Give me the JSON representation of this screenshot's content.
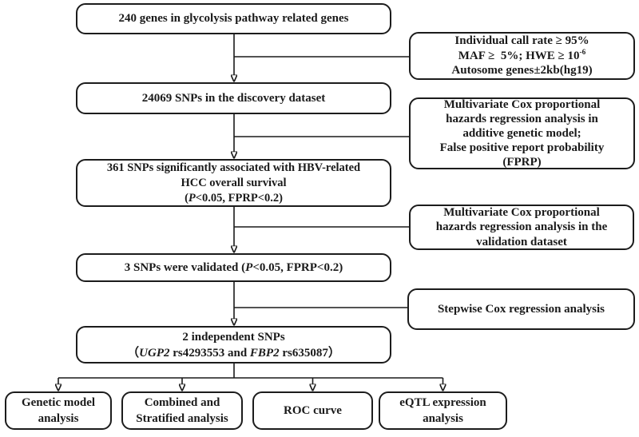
{
  "figure": {
    "background": "#ffffff",
    "line_color": "#1a1a1a",
    "box_border_color": "#1c1c1c",
    "text_color": "#1a1a1a"
  },
  "main_flow": [
    {
      "id": "genes-240",
      "lines": [
        [
          {
            "t": "240 genes in glycolysis pathway related genes"
          }
        ]
      ]
    },
    {
      "id": "snps-discovery",
      "lines": [
        [
          {
            "t": "24069 SNPs in the discovery dataset"
          }
        ]
      ]
    },
    {
      "id": "snps-associated",
      "lines": [
        [
          {
            "t": "361 SNPs significantly associated with HBV-related"
          }
        ],
        [
          {
            "t": "HCC overall survival"
          }
        ],
        [
          {
            "t": "("
          },
          {
            "t": "P",
            "i": true
          },
          {
            "t": "<0.05, FPRP<0.2)"
          }
        ]
      ]
    },
    {
      "id": "snps-validated",
      "lines": [
        [
          {
            "t": "3 SNPs were validated ("
          },
          {
            "t": "P",
            "i": true
          },
          {
            "t": "<0.05, FPRP<0.2)"
          }
        ]
      ]
    },
    {
      "id": "snps-independent",
      "lines": [
        [
          {
            "t": "2 independent SNPs"
          }
        ],
        [
          {
            "t": "（"
          },
          {
            "t": "UGP2",
            "i": true
          },
          {
            "t": " rs4293553 and "
          },
          {
            "t": "FBP2",
            "i": true
          },
          {
            "t": " rs635087）"
          }
        ]
      ]
    }
  ],
  "criteria_boxes": [
    {
      "id": "qc-filters",
      "lines": [
        [
          {
            "t": "Individual call rate ≥ 95%"
          }
        ],
        [
          {
            "t": "MAF ≥  5%; HWE ≥ 10"
          },
          {
            "t": "-6",
            "sup": true
          }
        ],
        [
          {
            "t": "Autosome genes±2kb(hg19)"
          }
        ]
      ]
    },
    {
      "id": "cox-additive-fprp",
      "lines": [
        [
          {
            "t": "Multivariate Cox proportional"
          }
        ],
        [
          {
            "t": "hazards regression analysis in"
          }
        ],
        [
          {
            "t": "additive genetic model;"
          }
        ],
        [
          {
            "t": "False positive report probability"
          }
        ],
        [
          {
            "t": "(FPRP)"
          }
        ]
      ]
    },
    {
      "id": "cox-validation",
      "lines": [
        [
          {
            "t": "Multivariate Cox proportional"
          }
        ],
        [
          {
            "t": "hazards regression analysis in the"
          }
        ],
        [
          {
            "t": "validation dataset"
          }
        ]
      ]
    },
    {
      "id": "stepwise-cox",
      "lines": [
        [
          {
            "t": "Stepwise Cox regression analysis"
          }
        ]
      ]
    }
  ],
  "analysis_boxes": [
    {
      "id": "genetic-model",
      "lines": [
        [
          {
            "t": "Genetic model"
          }
        ],
        [
          {
            "t": "analysis"
          }
        ]
      ]
    },
    {
      "id": "combined-stratified",
      "lines": [
        [
          {
            "t": "Combined and"
          }
        ],
        [
          {
            "t": "Stratified analysis"
          }
        ]
      ]
    },
    {
      "id": "roc-curve",
      "lines": [
        [
          {
            "t": "ROC curve"
          }
        ]
      ]
    },
    {
      "id": "eqtl-expression",
      "lines": [
        [
          {
            "t": "eQTL expression"
          }
        ],
        [
          {
            "t": "analysis"
          }
        ]
      ]
    }
  ]
}
